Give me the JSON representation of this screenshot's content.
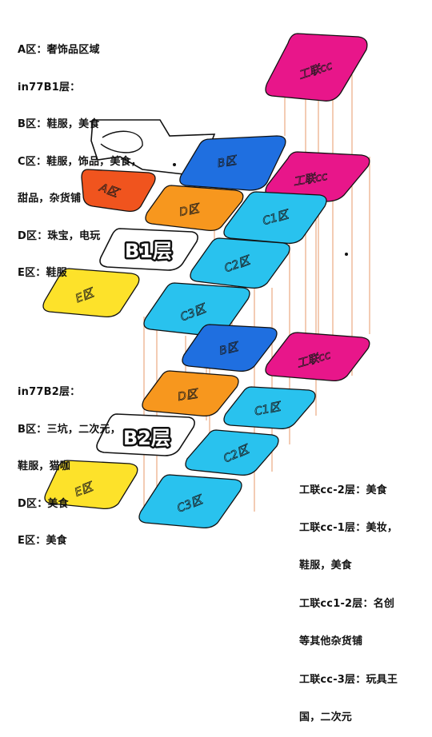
{
  "notes": {
    "top": [
      "A区：奢饰品区域",
      "in77B1层：",
      "B区：鞋服，美食",
      "C区：鞋服，饰品，美食，",
      "甜品，杂货铺",
      "D区：珠宝，电玩",
      "E区：鞋服"
    ],
    "mid": [
      "in77B2层：",
      "B区：三坑，二次元，",
      "鞋服，猫咖",
      "D区：美食",
      "E区：美食"
    ],
    "right": [
      "工联cc-2层：美食",
      "工联cc-1层：美妆，",
      "鞋服，美食",
      "工联cc1-2层：名创",
      "等其他杂货铺",
      "工联cc-3层：玩具王",
      "国，二次元"
    ]
  },
  "floors": {
    "b1": "B1层",
    "b2": "B2层"
  },
  "tiles": {
    "gonglian_top": "工联cc",
    "gonglian_b1": "工联cc",
    "gonglian_b2": "工联cc",
    "b_b1": "B区",
    "a_b1": "A区",
    "d_b1": "D区",
    "c1_b1": "C1区",
    "c2_b1": "C2区",
    "c3_b1": "C3区",
    "e_b1": "E区",
    "b_b2": "B区",
    "d_b2": "D区",
    "c1_b2": "C1区",
    "c2_b2": "C2区",
    "c3_b2": "C3区",
    "e_b2": "E区"
  },
  "colors": {
    "magenta": "#e8168a",
    "blue": "#1f6fe0",
    "orange_red": "#f0541e",
    "orange": "#f7971e",
    "cyan": "#29c2ee",
    "yellow": "#fde22a"
  }
}
